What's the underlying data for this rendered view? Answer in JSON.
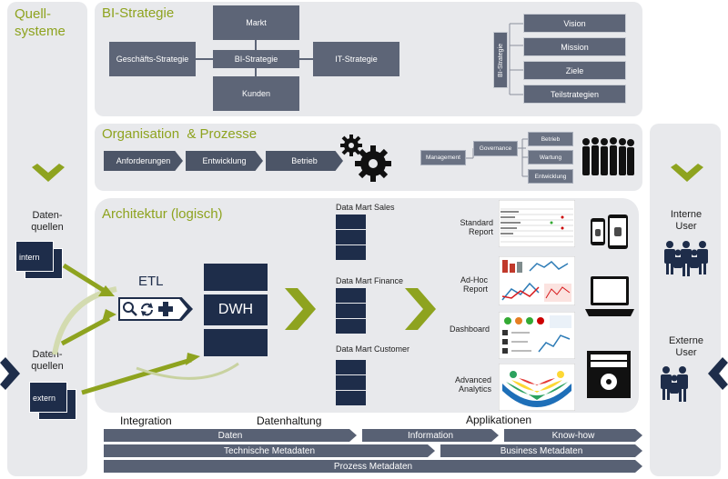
{
  "left": {
    "title_line1": "Quell-",
    "title_line2": "systeme",
    "dq1_l1": "Daten-",
    "dq1_l2": "quellen",
    "intern": "intern",
    "dq2_l1": "Daten-",
    "dq2_l2": "quellen",
    "extern": "extern"
  },
  "bi": {
    "title": "BI-Strategie",
    "markt": "Markt",
    "geschaeft": "Geschäfts-Strategie",
    "center": "BI-Strategie",
    "it": "IT-Strategie",
    "kunden": "Kunden",
    "vertical": "BI-Strategie",
    "vision": "Vision",
    "mission": "Mission",
    "ziele": "Ziele",
    "teilstrategien": "Teilstrategien"
  },
  "org": {
    "title": "Organisation  & Prozesse",
    "anforderungen": "Anforderungen",
    "entwicklung": "Entwicklung",
    "betrieb": "Betrieb",
    "management": "Management",
    "governance": "Governance",
    "g_betrieb": "Betrieb",
    "g_wartung": "Wartung",
    "g_entwicklung": "Entwicklung"
  },
  "arch": {
    "title": "Architektur (logisch)",
    "etl": "ETL",
    "dwh": "DWH",
    "dm_sales": "Data Mart Sales",
    "dm_finance": "Data Mart Finance",
    "dm_customer": "Data Mart Customer",
    "standard_report_l1": "Standard",
    "standard_report_l2": "Report",
    "adhoc_l1": "Ad-Hoc",
    "adhoc_l2": "Report",
    "dashboard": "Dashboard",
    "advanced_l1": "Advanced",
    "advanced_l2": "Analytics"
  },
  "right": {
    "intern_l1": "Interne",
    "intern_l2": "User",
    "extern_l1": "Externe",
    "extern_l2": "User"
  },
  "bottom": {
    "integration": "Integration",
    "datenhaltung": "Datenhaltung",
    "applikationen": "Applikationen",
    "daten": "Daten",
    "information": "Information",
    "knowhow": "Know-how",
    "tech_meta": "Technische Metadaten",
    "business_meta": "Business Metadaten",
    "prozess_meta": "Prozess Metadaten"
  },
  "colors": {
    "olive": "#8ea31f",
    "navy": "#1e2d4a",
    "slate": "#5d6577",
    "panel": "#e8e9ec"
  }
}
